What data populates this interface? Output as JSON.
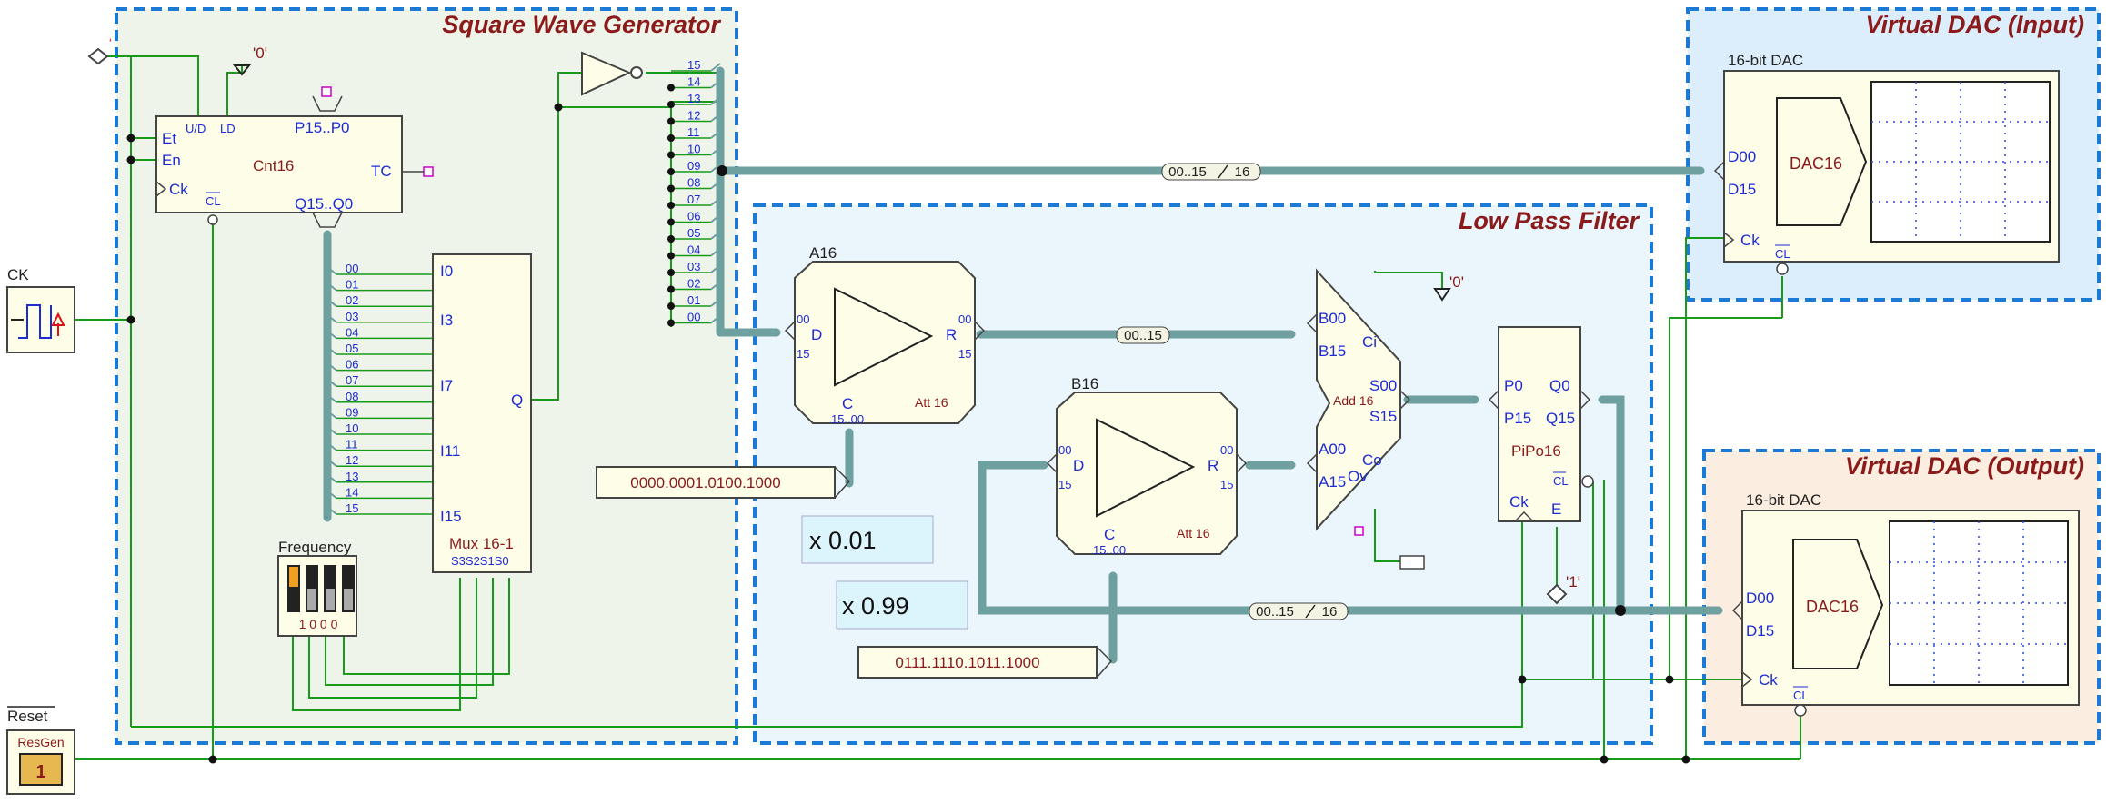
{
  "regions": {
    "square_wave_generator": "Square Wave Generator",
    "low_pass_filter": "Low Pass Filter",
    "virtual_dac_input": "Virtual DAC (Input)",
    "virtual_dac_output": "Virtual DAC (Output)"
  },
  "inputs": {
    "clock_label": "CK",
    "reset_label": "Reset",
    "resgen_label": "ResGen",
    "resgen_value": "1",
    "const_zero": "'0'",
    "const_one": "'1'",
    "frequency_label": "Frequency",
    "frequency_value": "1 0 0 0"
  },
  "counter": {
    "name": "Cnt16",
    "pin_ud": "U/D",
    "pin_ld": "LD",
    "pin_p": "P15..P0",
    "pin_et": "Et",
    "pin_en": "En",
    "pin_ck": "Ck",
    "pin_cl": "CL",
    "pin_tc": "TC",
    "pin_q": "Q15..Q0"
  },
  "mux": {
    "name": "Mux 16-1",
    "pins_in": [
      "I0",
      "I3",
      "I7",
      "I11",
      "I15"
    ],
    "pin_q": "Q",
    "pins_sel": "S3S2S1S0"
  },
  "bit_labels": [
    "00",
    "01",
    "02",
    "03",
    "04",
    "05",
    "06",
    "07",
    "08",
    "09",
    "10",
    "11",
    "12",
    "13",
    "14",
    "15"
  ],
  "att_a": {
    "label": "A16",
    "name": "Att 16",
    "pin_d": "D",
    "pin_r": "R",
    "pin_c": "C",
    "c_range": "15..00",
    "pin_00": "00",
    "pin_15": "15",
    "constant": "0000.0001.0100.1000",
    "factor": "x 0.01"
  },
  "att_b": {
    "label": "B16",
    "name": "Att 16",
    "pin_d": "D",
    "pin_r": "R",
    "pin_c": "C",
    "c_range": "15..00",
    "pin_00": "00",
    "pin_15": "15",
    "constant": "0111.1110.1011.1000",
    "factor": "x 0.99"
  },
  "adder": {
    "name": "Add 16",
    "pin_b00": "B00",
    "pin_b15": "B15",
    "pin_a00": "A00",
    "pin_a15": "A15",
    "pin_ci": "Ci",
    "pin_co": "Co",
    "pin_ov": "Ov",
    "pin_s00": "S00",
    "pin_s15": "S15"
  },
  "register": {
    "name": "PiPo16",
    "pin_p0": "P0",
    "pin_p15": "P15",
    "pin_q0": "Q0",
    "pin_q15": "Q15",
    "pin_cl": "CL",
    "pin_ck": "Ck",
    "pin_e": "E"
  },
  "dac_input": {
    "title": "16-bit DAC",
    "name": "DAC16",
    "pin_d00": "D00",
    "pin_d15": "D15",
    "pin_ck": "Ck",
    "pin_cl": "CL"
  },
  "dac_output": {
    "title": "16-bit DAC",
    "name": "DAC16",
    "pin_d00": "D00",
    "pin_d15": "D15",
    "pin_ck": "Ck",
    "pin_cl": "CL"
  },
  "bus_labels": {
    "main_bus": "00..15",
    "main_width": "16",
    "filter_bus": "00..15",
    "feedback_bus": "00..15",
    "feedback_width": "16"
  },
  "colors": {
    "bus": "#6fa0a0",
    "wire": "#1a9a1a",
    "region_border": "#1a7ad6",
    "region_green_fill": "#eef4ea",
    "region_blue_fill": "#eaf5fc",
    "region_orange_fill": "#fbeee0",
    "block_fill": "#fdfde8",
    "pin_text": "#1d2bd6",
    "title_text": "#8b1a1a"
  }
}
